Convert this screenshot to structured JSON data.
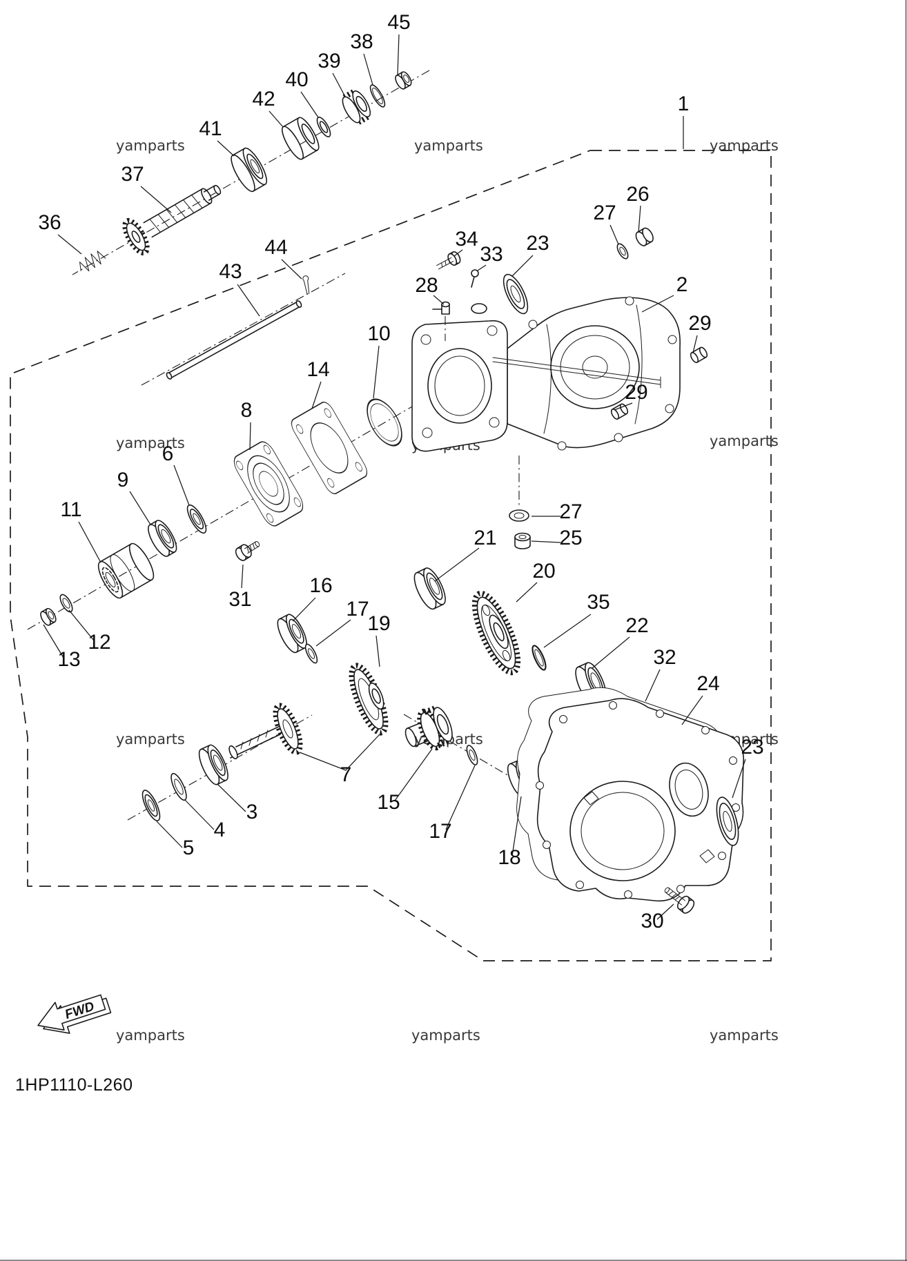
{
  "page": {
    "watermark": "yamparts",
    "code": "1HP1110-L260",
    "fwd": "FWD",
    "background": "#ffffff",
    "line_color": "#1a1a1a"
  },
  "callouts": [
    "45",
    "38",
    "39",
    "40",
    "42",
    "41",
    "37",
    "36",
    "44",
    "43",
    "34",
    "33",
    "23",
    "27",
    "26",
    "1",
    "2",
    "29",
    "28",
    "10",
    "14",
    "8",
    "6",
    "9",
    "11",
    "29",
    "27",
    "25",
    "21",
    "20",
    "31",
    "16",
    "17",
    "19",
    "35",
    "22",
    "12",
    "13",
    "32",
    "24",
    "23",
    "7",
    "15",
    "3",
    "4",
    "5",
    "17",
    "18",
    "30"
  ]
}
